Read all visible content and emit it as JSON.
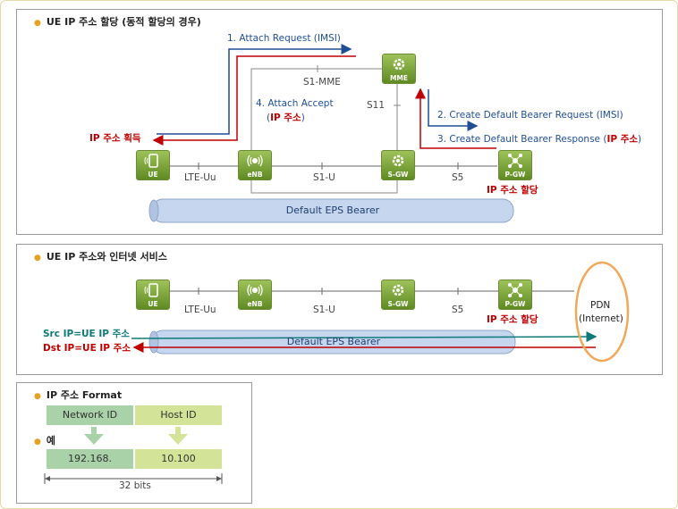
{
  "panel1": {
    "title": "UE IP 주소 할당 (동적 할당의 경우)",
    "nodes": {
      "ue": "UE",
      "enb": "eNB",
      "mme": "MME",
      "sgw": "S-GW",
      "pgw": "P-GW"
    },
    "interfaces": {
      "lte_uu": "LTE-Uu",
      "s1_u": "S1-U",
      "s5": "S5",
      "s1_mme": "S1-MME",
      "s11": "S11"
    },
    "msg1": "1. Attach Request (IMSI)",
    "msg2": "2. Create Default Bearer Request (IMSI)",
    "msg3_prefix": "3. Create Default Bearer Response (",
    "msg3_ip": "IP 주소",
    "msg3_suffix": ")",
    "msg4_line1": "4. Attach Accept",
    "msg4_line2_open": "(",
    "msg4_line2_ip": "IP 주소",
    "msg4_line2_close": ")",
    "ip_acquired": "IP 주소 획득",
    "ip_assign": "IP 주소 할당",
    "bearer": "Default EPS Bearer"
  },
  "panel2": {
    "title": "UE IP 주소와 인터넷 서비스",
    "nodes": {
      "ue": "UE",
      "enb": "eNB",
      "sgw": "S-GW",
      "pgw": "P-GW"
    },
    "interfaces": {
      "lte_uu": "LTE-Uu",
      "s1_u": "S1-U",
      "s5": "S5"
    },
    "ip_assign": "IP 주소 할당",
    "src": "Src IP=UE IP 주소",
    "dst": "Dst IP=UE IP 주소",
    "bearer": "Default EPS Bearer",
    "pdn_line1": "PDN",
    "pdn_line2": "(Internet)"
  },
  "panel3": {
    "title": "IP 주소 Format",
    "network_id": "Network ID",
    "host_id": "Host ID",
    "example_label": "예",
    "example_network": "192.168.",
    "example_host": "10.100",
    "bits": "32 bits"
  },
  "colors": {
    "blue": "#1f4e96",
    "red": "#c00000",
    "teal": "#0e7a7a",
    "node_green": "#6d9b2a",
    "bearer_fill": "#c5d6ee",
    "pdn_ring": "#f0a85a",
    "network_cell": "#a9d2a8",
    "host_cell": "#d3e397"
  }
}
